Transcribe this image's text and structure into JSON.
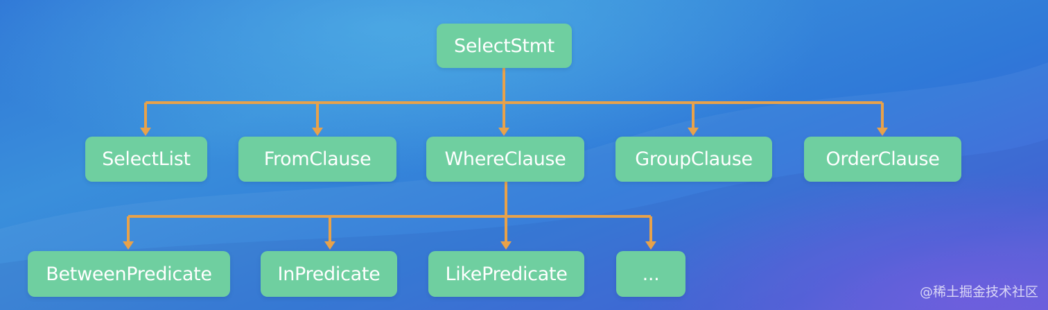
{
  "diagram": {
    "root": "SelectStmt",
    "clauses": [
      "SelectList",
      "FromClause",
      "WhereClause",
      "GroupClause",
      "OrderClause"
    ],
    "predicates": [
      "BetweenPredicate",
      "InPredicate",
      "LikePredicate",
      "..."
    ],
    "edges": [
      {
        "from": "SelectStmt",
        "to": "SelectList"
      },
      {
        "from": "SelectStmt",
        "to": "FromClause"
      },
      {
        "from": "SelectStmt",
        "to": "WhereClause"
      },
      {
        "from": "SelectStmt",
        "to": "GroupClause"
      },
      {
        "from": "SelectStmt",
        "to": "OrderClause"
      },
      {
        "from": "WhereClause",
        "to": "BetweenPredicate"
      },
      {
        "from": "WhereClause",
        "to": "InPredicate"
      },
      {
        "from": "WhereClause",
        "to": "LikePredicate"
      },
      {
        "from": "WhereClause",
        "to": "..."
      }
    ],
    "colors": {
      "node": "#6fcfa0",
      "connector": "#e8a24a",
      "text": "#ffffff"
    }
  },
  "watermark": "@稀土掘金技术社区"
}
